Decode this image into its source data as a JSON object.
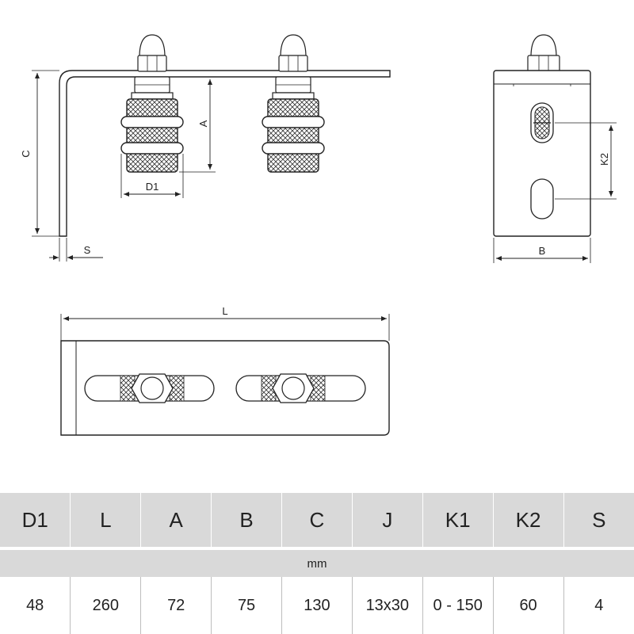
{
  "labels": {
    "C": "C",
    "A": "A",
    "D1": "D1",
    "S": "S",
    "K2": "K2",
    "B": "B",
    "L": "L"
  },
  "table": {
    "headers": [
      "D1",
      "L",
      "A",
      "B",
      "C",
      "J",
      "K1",
      "K2",
      "S"
    ],
    "unit": "mm",
    "values": [
      "48",
      "260",
      "72",
      "75",
      "130",
      "13x30",
      "0 - 150",
      "60",
      "4"
    ]
  }
}
